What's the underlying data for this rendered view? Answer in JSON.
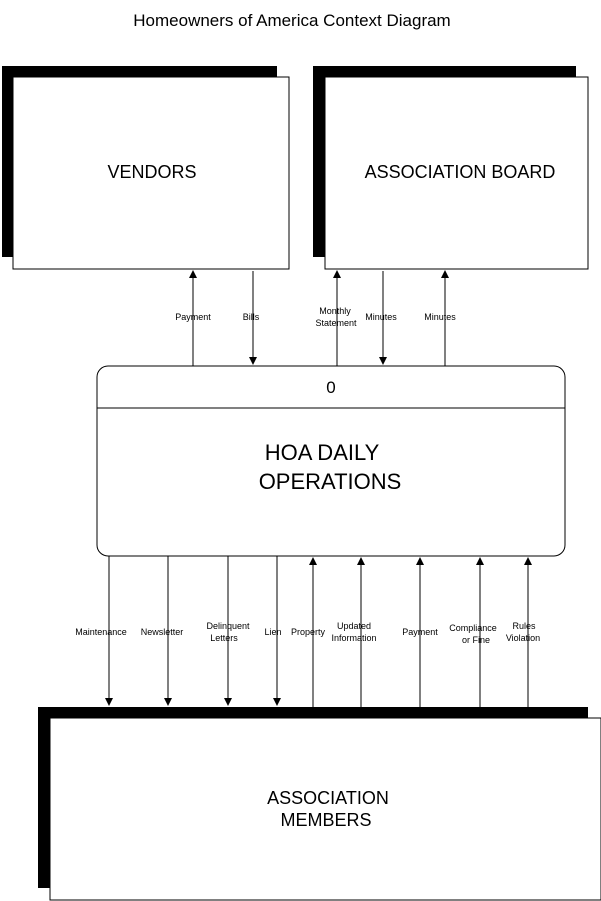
{
  "title": "Homeowners of America Context Diagram",
  "entities": {
    "vendors": {
      "label": "VENDORS"
    },
    "board": {
      "label": "ASSOCIATION BOARD"
    },
    "members": {
      "line1": "ASSOCIATION",
      "line2": "MEMBERS"
    }
  },
  "process": {
    "number": "0",
    "line1": "HOA DAILY",
    "line2": "OPERATIONS"
  },
  "flows": {
    "top": [
      {
        "label": "Payment",
        "direction": "to-entity"
      },
      {
        "label": "Bills",
        "direction": "to-process"
      },
      {
        "line1": "Monthly",
        "line2": "Statement",
        "direction": "to-entity"
      },
      {
        "label": "Minutes",
        "direction": "to-process"
      },
      {
        "label": "Minutes",
        "direction": "to-entity"
      }
    ],
    "bottom": [
      {
        "label": "Maintenance",
        "direction": "to-members"
      },
      {
        "label": "Newsletter",
        "direction": "to-members"
      },
      {
        "line1": "Delinquent",
        "line2": "Letters",
        "direction": "to-members"
      },
      {
        "label": "Lien",
        "direction": "to-members"
      },
      {
        "label": "Property",
        "direction": "to-process"
      },
      {
        "line1": "Updated",
        "line2": "Information",
        "direction": "to-process"
      },
      {
        "label": "Payment",
        "direction": "to-process"
      },
      {
        "line1": "Compliance",
        "line2": "or Fine",
        "direction": "to-process"
      },
      {
        "line1": "Rules",
        "line2": "Violation",
        "direction": "to-process"
      }
    ]
  }
}
